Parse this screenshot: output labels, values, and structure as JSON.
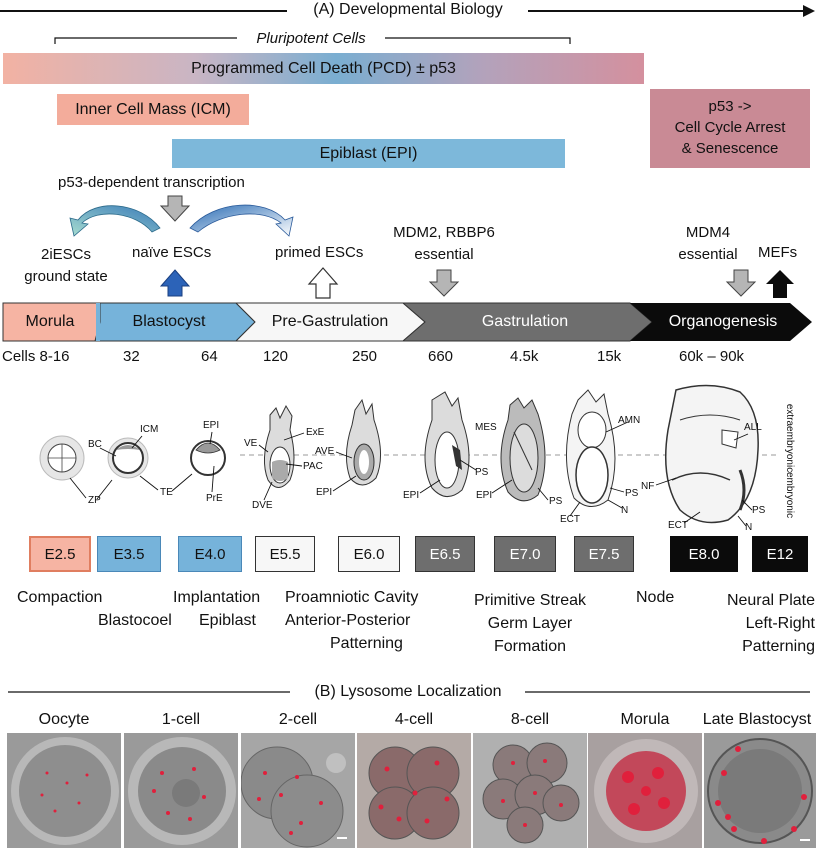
{
  "section_a": {
    "title": "(A)  Developmental Biology"
  },
  "pluripotent": "Pluripotent Cells",
  "pcd_bar": {
    "label": "Programmed Cell Death (PCD) ± p53"
  },
  "icm_bar": {
    "label": "Inner Cell Mass (ICM)"
  },
  "epi_bar": {
    "label": "Epiblast (EPI)"
  },
  "p53_box": {
    "line1": "p53 ->",
    "line2": "Cell Cycle Arrest",
    "line3": "& Senescence"
  },
  "p53_transcription": "p53-dependent transcription",
  "cells": {
    "ground_line1": "2iESCs",
    "ground_line2": "ground state",
    "naive": "naïve ESCs",
    "primed": "primed ESCs",
    "mefs": "MEFs"
  },
  "mdm2": {
    "line1": "MDM2, RBBP6",
    "line2": "essential"
  },
  "mdm4": {
    "line1": "MDM4",
    "line2": "essential"
  },
  "stages": [
    "Morula",
    "Blastocyst",
    "Pre-Gastrulation",
    "Gastrulation",
    "Organogenesis"
  ],
  "cell_counts": [
    "Cells 8-16",
    "32",
    "64",
    "120",
    "250",
    "660",
    "4.5k",
    "15k",
    "60k – 90k"
  ],
  "embryo_labels": {
    "zp": "ZP",
    "bc": "BC",
    "icm": "ICM",
    "te": "TE",
    "epi": "EPI",
    "pre": "PrE",
    "ve": "VE",
    "exe": "ExE",
    "ave": "AVE",
    "pac": "PAC",
    "dve": "DVE",
    "mes": "MES",
    "ps": "PS",
    "ect": "ECT",
    "n": "N",
    "amn": "AMN",
    "all": "ALL",
    "nf": "NF",
    "extraembryonic": "extraembryonic",
    "embryonic": "embryonic"
  },
  "e_stages": [
    "E2.5",
    "E3.5",
    "E4.0",
    "E5.5",
    "E6.0",
    "E6.5",
    "E7.0",
    "E7.5",
    "E8.0",
    "E12"
  ],
  "events": {
    "compaction": "Compaction",
    "blastocoel": "Blastocoel",
    "implantation": "Implantation",
    "epiblast": "Epiblast",
    "proamniotic": "Proamniotic Cavity",
    "ap_line1": "Anterior-Posterior",
    "ap_line2": "Patterning",
    "ps_line1": "Primitive Streak",
    "ps_line2": "Germ Layer",
    "ps_line3": "Formation",
    "node": "Node",
    "np_line1": "Neural Plate",
    "np_line2": "Left-Right",
    "np_line3": "Patterning"
  },
  "section_b": {
    "title": "(B)  Lysosome Localization"
  },
  "photo_labels": [
    "Oocyte",
    "1-cell",
    "2-cell",
    "4-cell",
    "8-cell",
    "Morula",
    "Late Blastocyst"
  ],
  "colors": {
    "pcd_left": "#f2b2a3",
    "pcd_mid": "#7aaed1",
    "pcd_right": "#d4909e",
    "icm": "#f3ac9b",
    "epi": "#7db8da",
    "p53_box": "#c98a95",
    "morula": "#f6b4a3",
    "blastocyst": "#76b3da",
    "pregast": "#f7f7f7",
    "gast": "#6e6e6e",
    "organo": "#0b0b0b",
    "lysosome": "#e0203c"
  }
}
